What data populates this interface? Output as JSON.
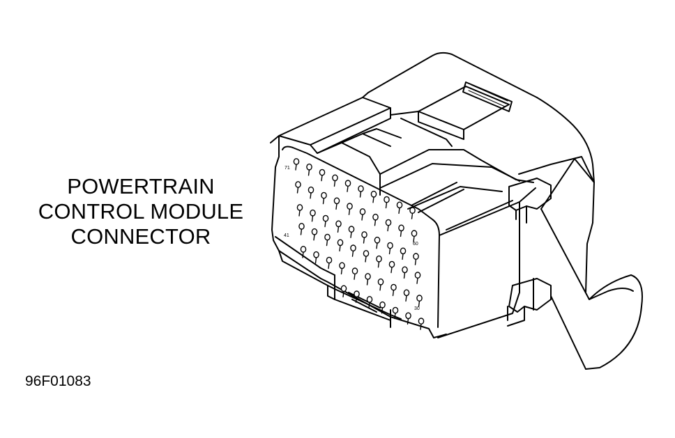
{
  "diagram": {
    "title_lines": [
      "POWERTRAIN",
      "CONTROL MODULE",
      "CONNECTOR"
    ],
    "figure_code": "96F01083",
    "pin_labels": {
      "top_left": "71",
      "mid_left": "41",
      "mid_right": "60",
      "bottom_right": "30"
    }
  },
  "icons": {
    "connector": "pcm-connector-illustration"
  }
}
